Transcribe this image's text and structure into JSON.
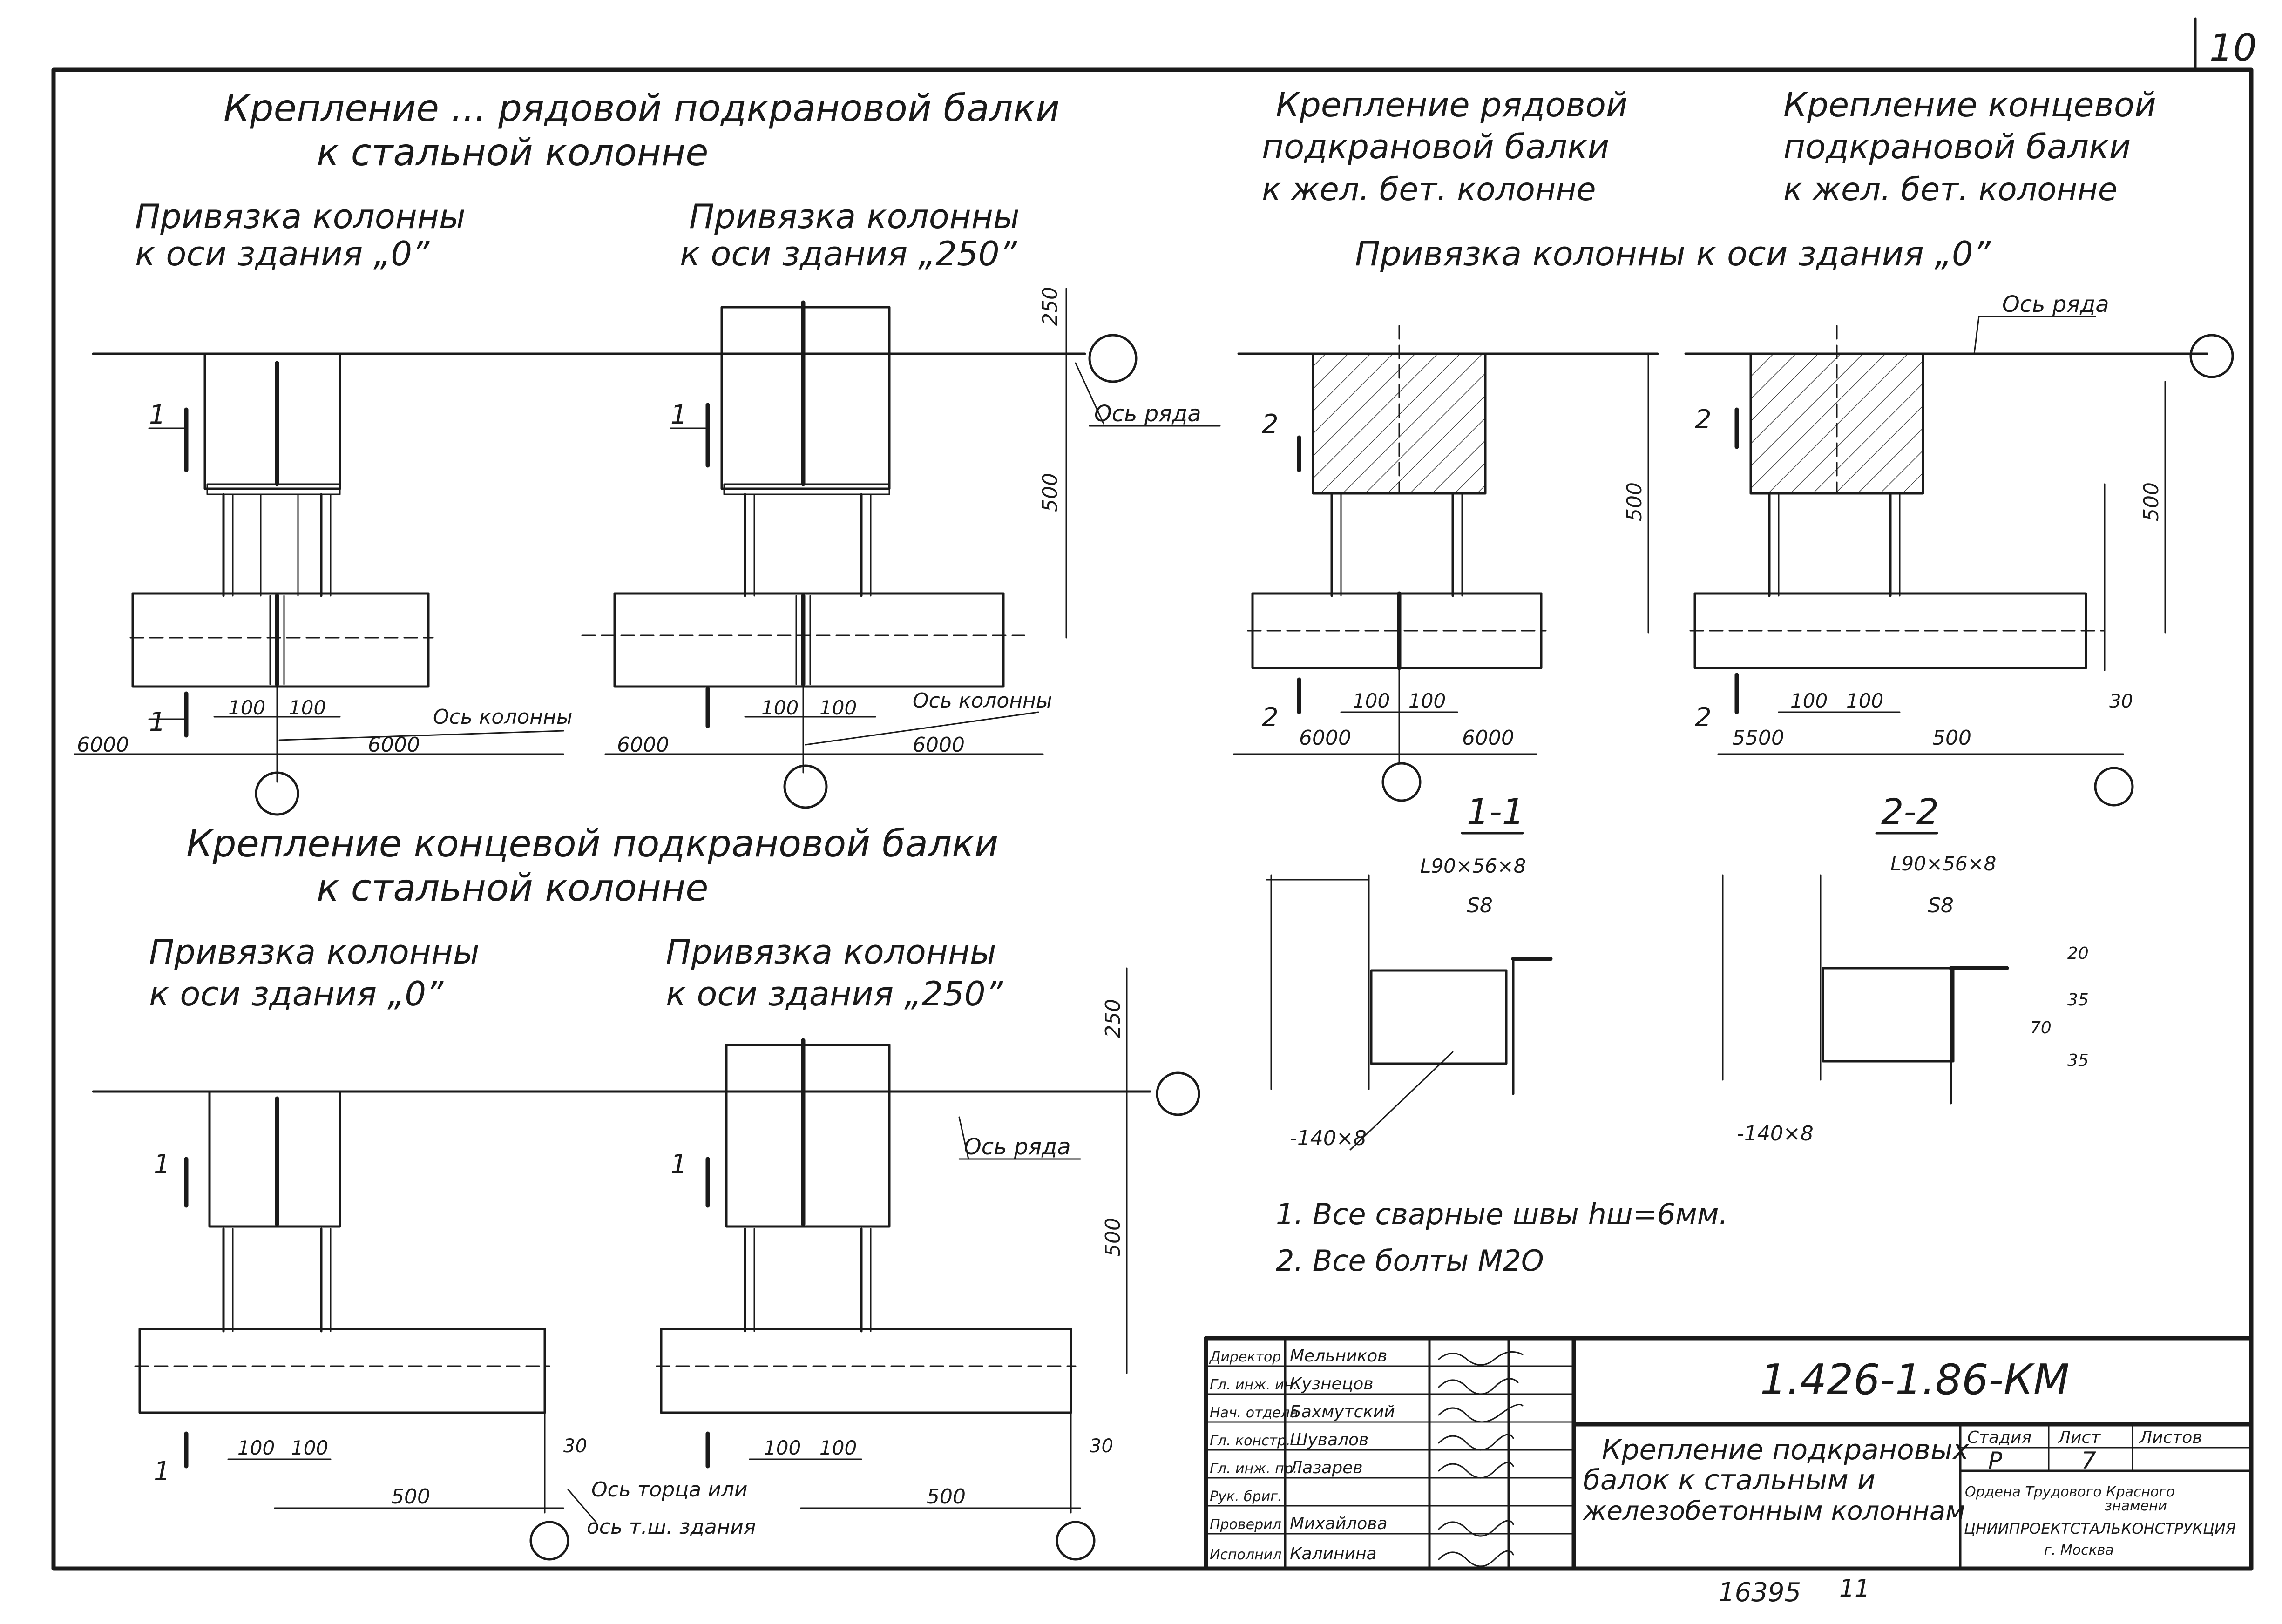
{
  "page_number": "10",
  "sheet_bottom": {
    "archive_no": "16395",
    "copy": "11"
  },
  "titles": {
    "row_steel": [
      "Крепление ... рядовой подкрановой балки",
      "к стальной колонне"
    ],
    "end_steel": [
      "Крепление концевой подкрановой балки",
      "к стальной колонне"
    ],
    "row_rc": [
      "Крепление рядовой",
      "подкрановой балки",
      "к жел. бет. колонне"
    ],
    "end_rc": [
      "Крепление концевой",
      "подкрановой балки",
      "к жел. бет. колонне"
    ],
    "binding_rc": "Привязка колонны к оси здания „0”"
  },
  "subtitles": {
    "bind0_line1": "Привязка колонны",
    "bind0_line2": "к оси здания „0”",
    "bind250_line1": "Привязка колонны",
    "bind250_line2": "к оси здания „250”"
  },
  "labels": {
    "row_axis": "Ось ряда",
    "column_axis": "Ось колонны",
    "end_axis_1": "Ось торца или",
    "end_axis_2": "ось т.ш. здания",
    "sec1": "1",
    "sec2": "2",
    "section_1_1": "1-1",
    "section_2_2": "2-2",
    "angle": "L90×56×8",
    "plate_s": "S8",
    "plate": "-140×8"
  },
  "dims": {
    "d100": "100",
    "d250": "250",
    "d500": "500",
    "d6000": "6000",
    "d5500": "5500",
    "d30": "30",
    "d20": "20",
    "d35": "35",
    "d70": "70"
  },
  "notes": [
    "1. Все сварные швы hш=6мм.",
    "2. Все болты М2О"
  ],
  "title_block": {
    "roles": [
      "Директор",
      "Гл. инж. ин.",
      "Нач. отдела",
      "Гл. констр.",
      "Гл. инж. пр.",
      "Рук. бриг.",
      "Проверил",
      "Исполнил"
    ],
    "names": [
      "Мельников",
      "Кузнецов",
      "Бахмутский",
      "Шувалов",
      "Лазарев",
      "",
      "Михайлова",
      "Калинина"
    ],
    "code": "1.426-1.86-КМ",
    "description": [
      "Крепление подкрановых",
      "балок к стальным и",
      "железобетонным колоннам"
    ],
    "stage_label": "Стадия",
    "sheet_label": "Лист",
    "sheets_label": "Листов",
    "stage": "Р",
    "sheet": "7",
    "org": [
      "Ордена Трудового Красного",
      "знамени",
      "ЦНИИПРОЕКТСТАЛЬКОНСТРУКЦИЯ",
      "г. Москва"
    ]
  }
}
